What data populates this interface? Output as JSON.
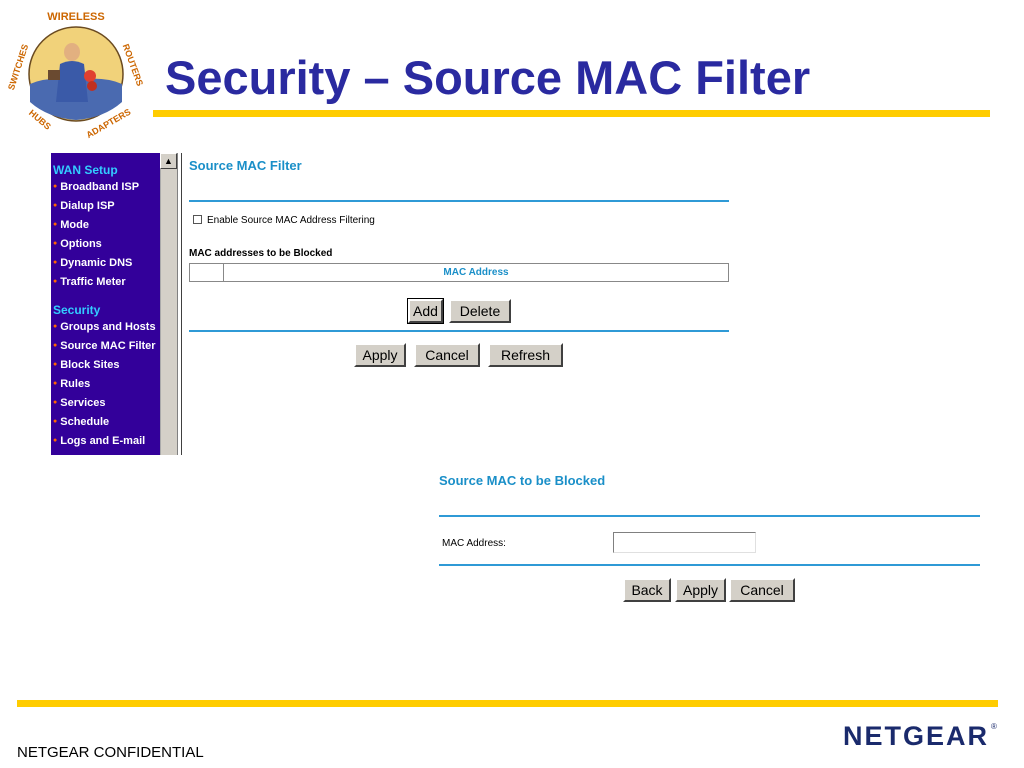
{
  "slide": {
    "title": "Security – Source MAC Filter",
    "confidential": "NETGEAR CONFIDENTIAL",
    "brand": "NETGEAR",
    "brand_mark": "®",
    "logo_ring_words": [
      "WIRELESS",
      "ROUTERS",
      "ADAPTERS",
      "HUBS",
      "SWITCHES"
    ]
  },
  "sidebar": {
    "wan_heading": "WAN Setup",
    "wan_items": [
      "Broadband ISP",
      "Dialup ISP",
      "Mode",
      "Options",
      "Dynamic DNS",
      "Traffic Meter"
    ],
    "security_heading": "Security",
    "security_items": [
      "Groups and Hosts",
      "Source MAC Filter",
      "Block Sites",
      "Rules",
      "Services",
      "Schedule",
      "Logs and E-mail"
    ],
    "bullet_icon": "bullet-icon",
    "scroll_up_icon": "triangle-up-icon"
  },
  "filter_panel": {
    "title": "Source MAC Filter",
    "enable_label": "Enable Source MAC Address Filtering",
    "enable_checked": false,
    "blocked_heading": "MAC addresses to be Blocked",
    "table_header": "MAC Address",
    "add": "Add",
    "delete": "Delete",
    "apply": "Apply",
    "cancel": "Cancel",
    "refresh": "Refresh"
  },
  "block_panel": {
    "title": "Source MAC to be Blocked",
    "mac_label": "MAC Address:",
    "mac_value": "",
    "back": "Back",
    "apply": "Apply",
    "cancel": "Cancel"
  },
  "colors": {
    "title": "#2a2aa0",
    "accent_rule": "#ffcc00",
    "sidebar_bg": "#33009a",
    "sidebar_heading": "#33ccff",
    "panel_heading": "#1a8fc8",
    "bullet": "#ff6600"
  }
}
